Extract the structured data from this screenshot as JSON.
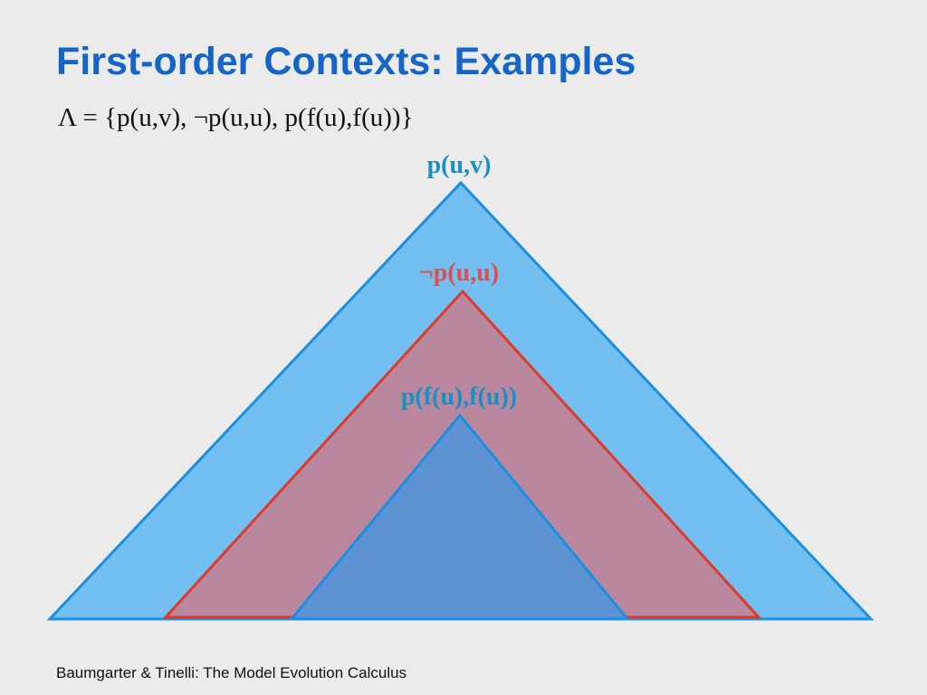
{
  "slide": {
    "title": "First-order Contexts: Examples",
    "formula": "Λ = {p(u,v), ¬p(u,u), p(f(u),f(u))}",
    "footer": "Baumgarter & Tinelli: The Model Evolution Calculus"
  },
  "diagram": {
    "outer": {
      "label": "p(u,v)",
      "fill": "#74bff2",
      "stroke": "#1a8ee0",
      "label_color": "#1a8fc4"
    },
    "middle": {
      "label": "¬p(u,u)",
      "fill": "#b9879e",
      "stroke": "#dd3b2a",
      "label_color": "#dd4f4f"
    },
    "inner": {
      "label": "p(f(u),f(u))",
      "fill": "#5e93d3",
      "stroke": "#1a8ee0",
      "label_color": "#1a8fc4"
    }
  }
}
